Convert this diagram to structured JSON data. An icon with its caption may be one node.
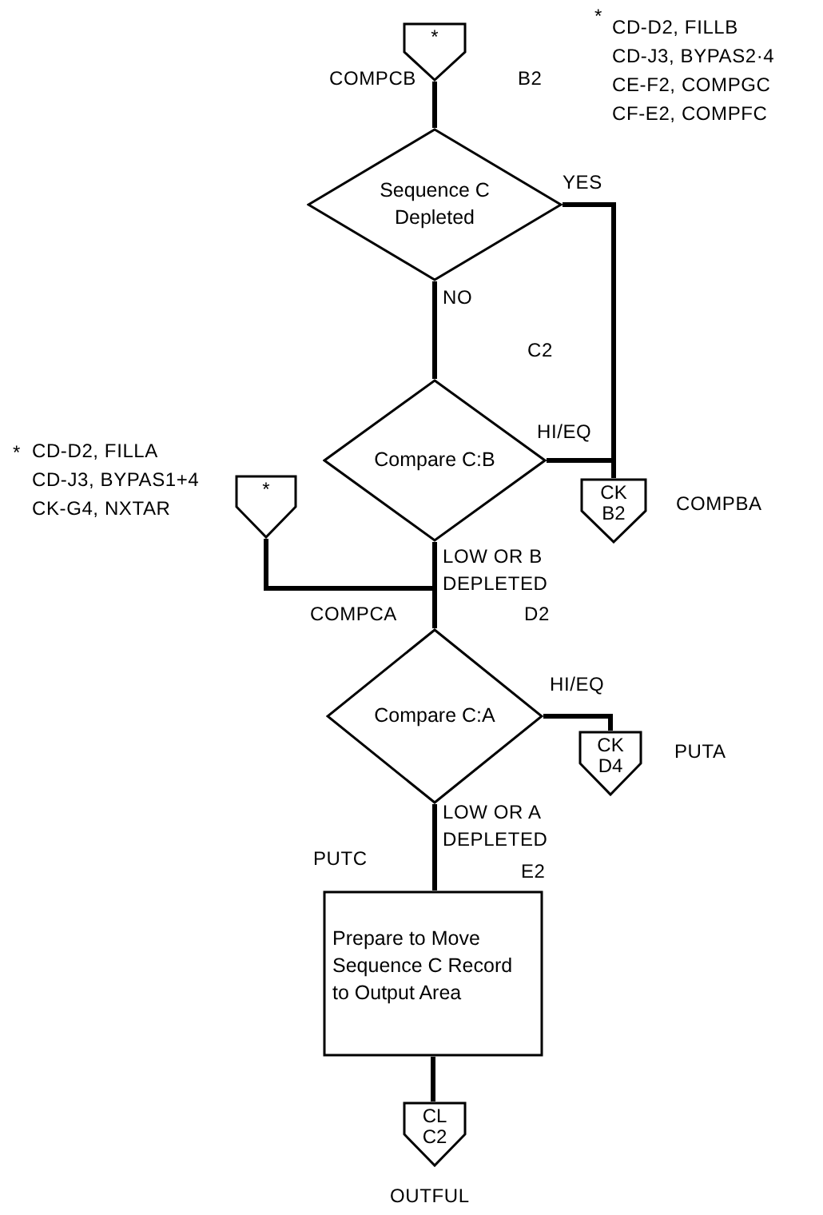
{
  "diagram": {
    "nodes": [
      {
        "text": [
          "*"
        ]
      },
      {
        "text": [
          "Sequence C Depleted"
        ]
      },
      {
        "text": [
          "Compare C:B"
        ]
      },
      {
        "text": [
          "CK B2"
        ],
        "beside": [
          "COMPBA"
        ]
      },
      {
        "text": [
          "*"
        ]
      },
      {
        "text": [
          "Compare C:A"
        ]
      },
      {
        "text": [
          "CK D4"
        ],
        "beside": [
          "PUTA"
        ]
      },
      {
        "text": [
          "Prepare to Move Sequence C Record to Output Area"
        ]
      },
      {
        "text": [
          "CL C2"
        ],
        "beside": [
          "OUTFUL"
        ]
      }
    ],
    "edges": [
      {
        "from": 0,
        "to": 1,
        "arrow": "none"
      },
      {
        "from": 1,
        "to": 2,
        "arrow": "none",
        "label": "NO"
      },
      {
        "from": 1,
        "to": 3,
        "arrow": "none",
        "label": "YES"
      },
      {
        "from": 2,
        "to": 3,
        "arrow": "none",
        "label": "HI/EQ"
      },
      {
        "from": 2,
        "to": 5,
        "arrow": "none",
        "label": "LOW OR B DEPLETED"
      },
      {
        "from": 4,
        "to": 5,
        "arrow": "none"
      },
      {
        "from": 5,
        "to": 6,
        "arrow": "none",
        "label": "HI/EQ"
      },
      {
        "from": 5,
        "to": 7,
        "arrow": "none",
        "label": "LOW OR A DEPLETED"
      },
      {
        "from": 7,
        "to": 8,
        "arrow": "none"
      }
    ],
    "labels": [
      "*",
      "CD-D2, FILLB",
      "CD-J3, BYPAS2·4",
      "CE-F2, COMPGC",
      "CF-E2, COMPFC",
      "COMPCB",
      "B2",
      "C2",
      "*",
      "CD-D2, FILLA",
      "CD-J3, BYPAS1+4",
      "CK-G4, NXTAR",
      "COMPCA",
      "D2",
      "PUTC",
      "E2"
    ]
  }
}
